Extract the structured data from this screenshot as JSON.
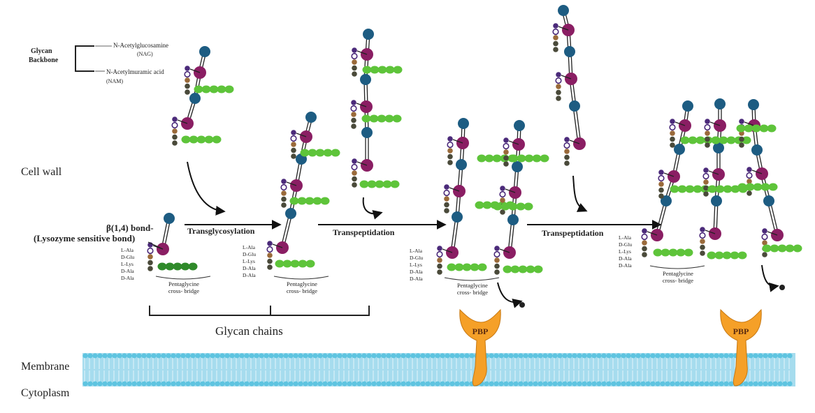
{
  "labels": {
    "glycan_backbone": [
      "Glycan",
      "Backbone"
    ],
    "nag": [
      "N-Acetylglucosamine",
      "(NAG)"
    ],
    "nam": [
      "N-Acetylmuramic acid",
      "(NAM)"
    ],
    "cell_wall": "Cell wall",
    "membrane": "Membrane",
    "cytoplasm": "Cytoplasm",
    "beta_bond": [
      "β(1,4) bond-",
      "(Lysozyme sensitive bond)"
    ],
    "transglycosylation": "Transglycosylation",
    "transpeptidation_1": "Transpeptidation",
    "transpeptidation_2": "Transpeptidation",
    "glycan_chains": "Glycan chains",
    "pentaglycine": [
      "Pentaglycine",
      "cross- bridge"
    ],
    "peptide_residues": [
      "L-Ala",
      "D-Glu",
      "L-Lys",
      "D-Ala",
      "D-Ala"
    ],
    "pbp": "PBP"
  },
  "colors": {
    "nag": "#1d5c82",
    "nam": "#8a1e63",
    "glycine": "#5ec43a",
    "glycine_dark": "#2f8a2a",
    "l_ala": "#4b2a7a",
    "d_glu": "#ffffff",
    "l_lys": "#9a6a3a",
    "d_ala": "#4a4a3a",
    "membrane": "#5ec4e0",
    "pbp": "#f5a028",
    "line": "#222222"
  }
}
